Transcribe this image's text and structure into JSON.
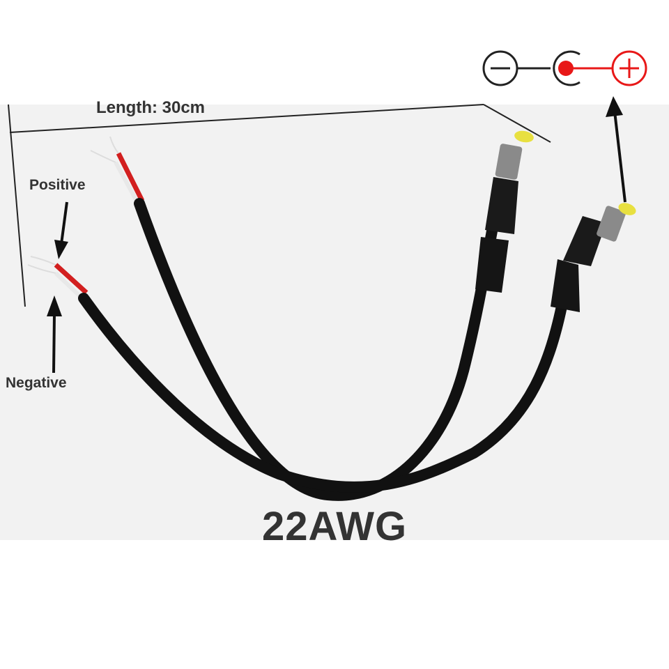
{
  "labels": {
    "length": "Length: 30cm",
    "positive": "Positive",
    "negative": "Negative",
    "gauge": "22AWG"
  },
  "polarity_symbol": {
    "left": "−",
    "center": "center-pin-dot",
    "right": "+"
  },
  "colors": {
    "background": "#f3f3f3",
    "backdrop_page": "#ffffff",
    "cable": "#111111",
    "red_wire": "#d21f1f",
    "strand": "#dddddd",
    "plug_tip": "#e8e040",
    "polarity_red": "#e81818",
    "polarity_black": "#222222",
    "text": "#333333"
  },
  "icons": [
    "negative-terminal-icon",
    "center-pin-icon",
    "positive-terminal-icon",
    "arrow-down-icon",
    "arrow-up-icon"
  ]
}
